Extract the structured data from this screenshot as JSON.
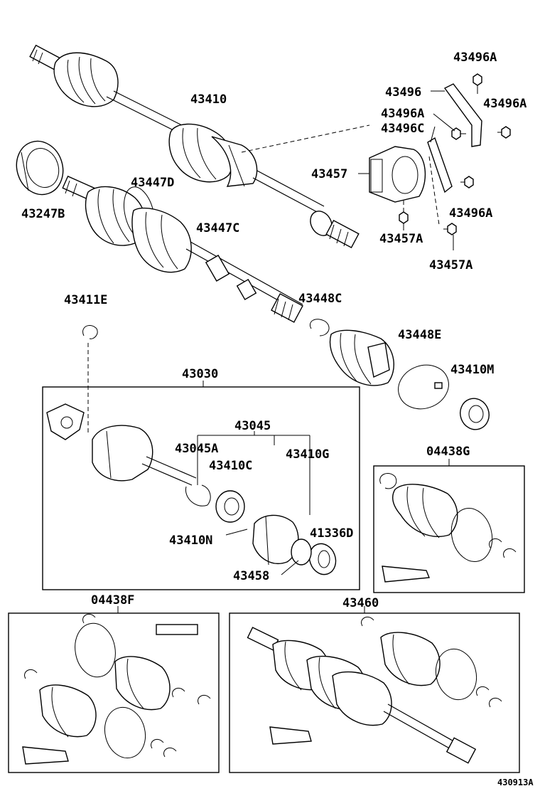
{
  "labels": {
    "p43410": "43410",
    "p43247B": "43247B",
    "p43447D": "43447D",
    "p43447C": "43447C",
    "p43411E": "43411E",
    "p43448C": "43448C",
    "p43448E": "43448E",
    "p43410M": "43410M",
    "p43030": "43030",
    "p43045": "43045",
    "p43045A": "43045A",
    "p43410C": "43410C",
    "p43410G": "43410G",
    "p43410N": "43410N",
    "p41336D": "41336D",
    "p43458": "43458",
    "p04438G": "04438G",
    "p04438F": "04438F",
    "p43460": "43460",
    "p43496A_1": "43496A",
    "p43496": "43496",
    "p43496A_2": "43496A",
    "p43496A_3": "43496A",
    "p43496C": "43496C",
    "p43457": "43457",
    "p43496A_4": "43496A",
    "p43457A_1": "43457A",
    "p43457A_2": "43457A"
  },
  "figure_code": "430913A"
}
